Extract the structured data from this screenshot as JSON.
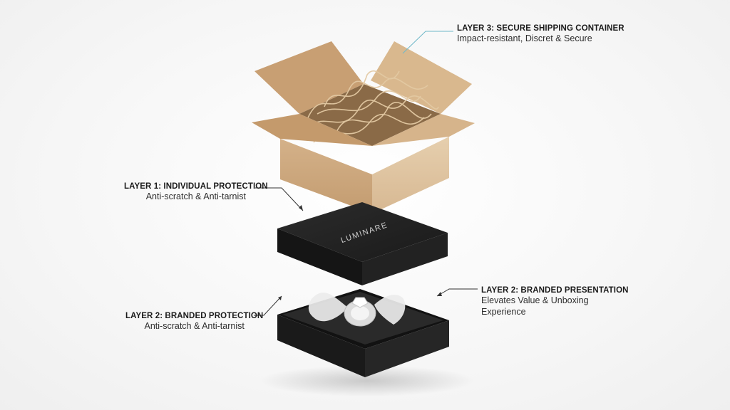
{
  "brand": {
    "lid_text": "LUMINARE"
  },
  "layers": {
    "shipping": {
      "title": "LAYER 3: SECURE SHIPPING CONTAINER",
      "description": "Impact-resistant, Discret & Secure"
    },
    "individual": {
      "title": "LAYER 1: INDIVIDUAL PROTECTION",
      "description": "Anti-scratch & Anti-tarnist"
    },
    "branded_presentation": {
      "title": "LAYER 2: BRANDED PRESENTATION",
      "description": "Elevates Value & Unboxing Experience"
    },
    "branded_protection": {
      "title": "LAYER 2: BRANDED PROTECTION",
      "description": "Anti-scratch & Anti-tarnist"
    }
  },
  "colors": {
    "cardboard": "#c9a37a",
    "cardboard_dark": "#b48a60",
    "box_black": "#1e1e1e",
    "leader_teal": "#6fb8c9",
    "leader_dark": "#333333"
  }
}
